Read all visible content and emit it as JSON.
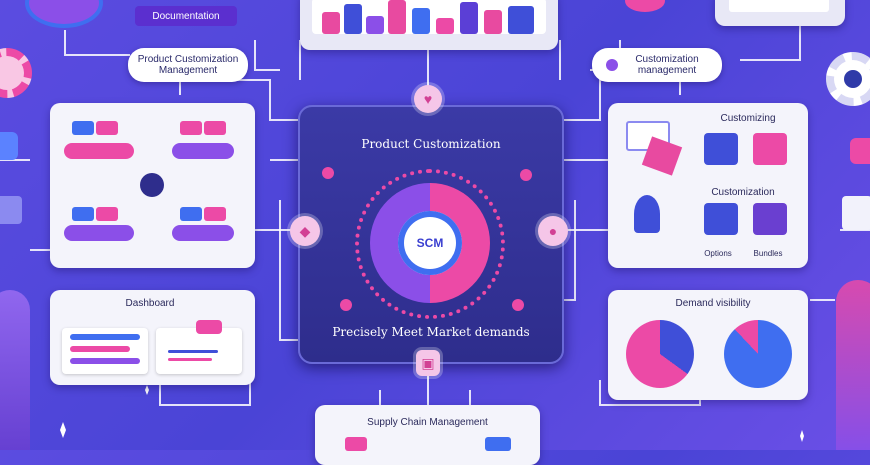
{
  "top_banner": {
    "label": "Documentation"
  },
  "left_pill": {
    "label": "Product Customization Management"
  },
  "right_pill": {
    "label": "Customization management"
  },
  "center": {
    "title": "Product Customization",
    "hub_label": "SCM",
    "subtitle": "Precisely Meet Market demands"
  },
  "right_card": {
    "top_label": "Customizing",
    "mid_label": "Customization",
    "bottom_labels": [
      "Options",
      "Bundles"
    ]
  },
  "left_bottom_card": {
    "title": "Dashboard"
  },
  "right_bottom_card": {
    "title": "Demand visibility"
  },
  "bottom_card": {
    "title": "Supply Chain Management"
  },
  "colors": {
    "accent_pink": "#ec4aa6",
    "accent_blue": "#3f6ef0",
    "accent_purple": "#8b4fe8",
    "bg": "#4a44d6"
  },
  "icons": [
    "gear-icon",
    "padlock-icon",
    "diamond-icon",
    "chat-icon",
    "link-icon",
    "medal-icon",
    "box-icon"
  ]
}
